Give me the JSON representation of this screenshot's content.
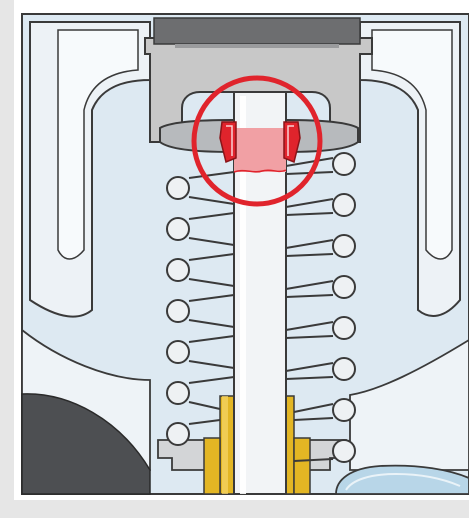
{
  "figure": {
    "subject": "valve-spring-assembly-cross-section",
    "highlight": {
      "target": "valve-keepers-and-retainer",
      "color": "#e0242c",
      "fill": "#f1a0a4"
    },
    "colors": {
      "background": "#dde9f2",
      "outline": "#3a3a3a",
      "metal": "#d3d5d7",
      "metal_dark": "#8e9194",
      "stem": "#f2f4f6",
      "guide": "#e3b624",
      "frame": "#c8c8c8",
      "water": "#b8d6e8",
      "casting": "#4d4f52"
    },
    "spring_coils": 8
  }
}
